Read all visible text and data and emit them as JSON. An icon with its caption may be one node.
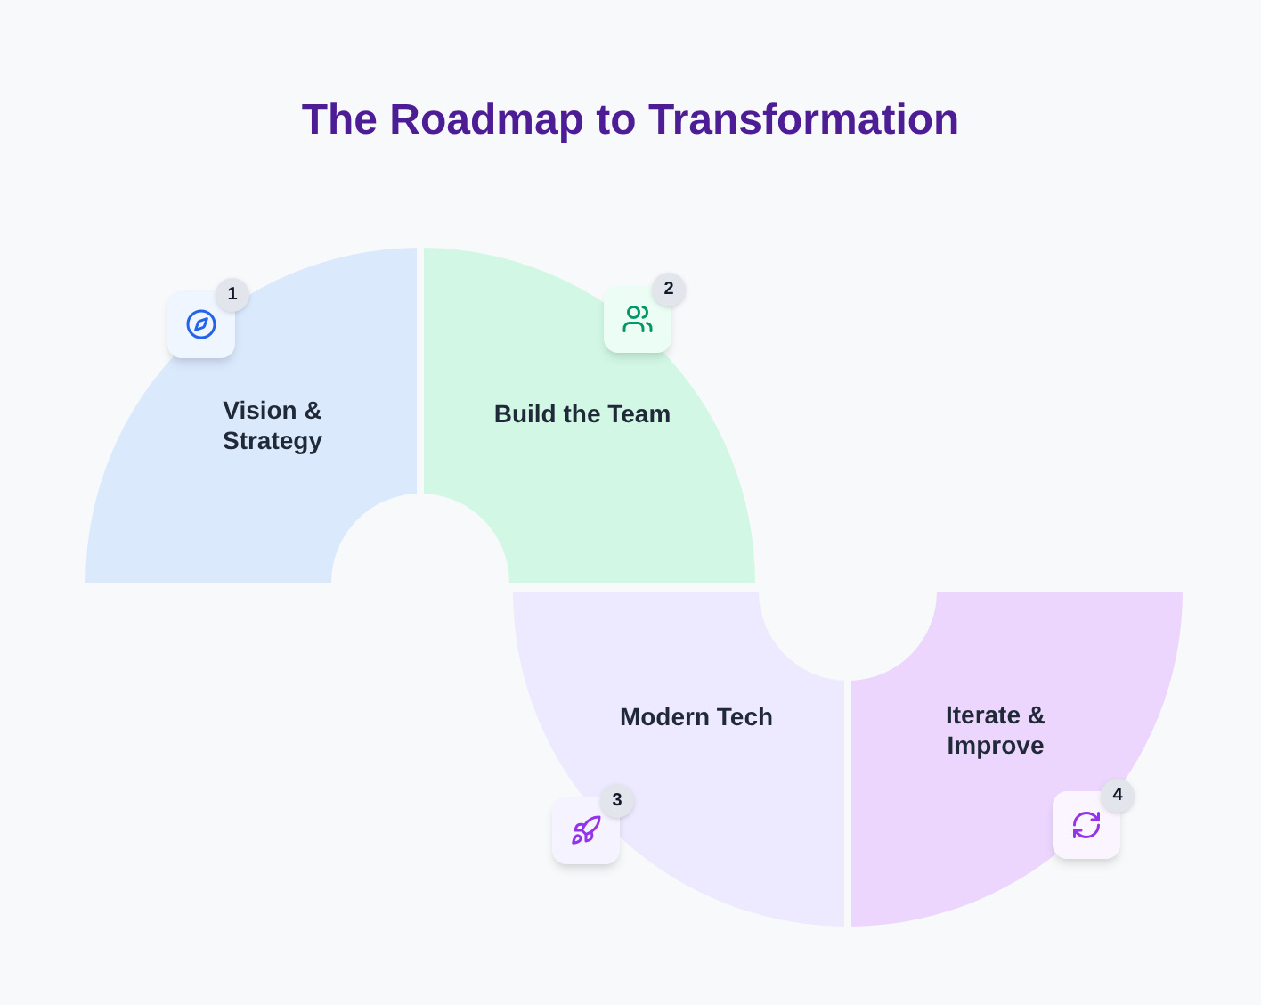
{
  "diagram": {
    "title": "The Roadmap to Transformation",
    "nodes": [
      {
        "text": [
          "1",
          "Vision & Strategy"
        ]
      },
      {
        "text": [
          "2",
          "Build the Team"
        ]
      },
      {
        "text": [
          "3",
          "Modern Tech"
        ]
      },
      {
        "text": [
          "4",
          "Iterate & Improve"
        ]
      }
    ]
  }
}
